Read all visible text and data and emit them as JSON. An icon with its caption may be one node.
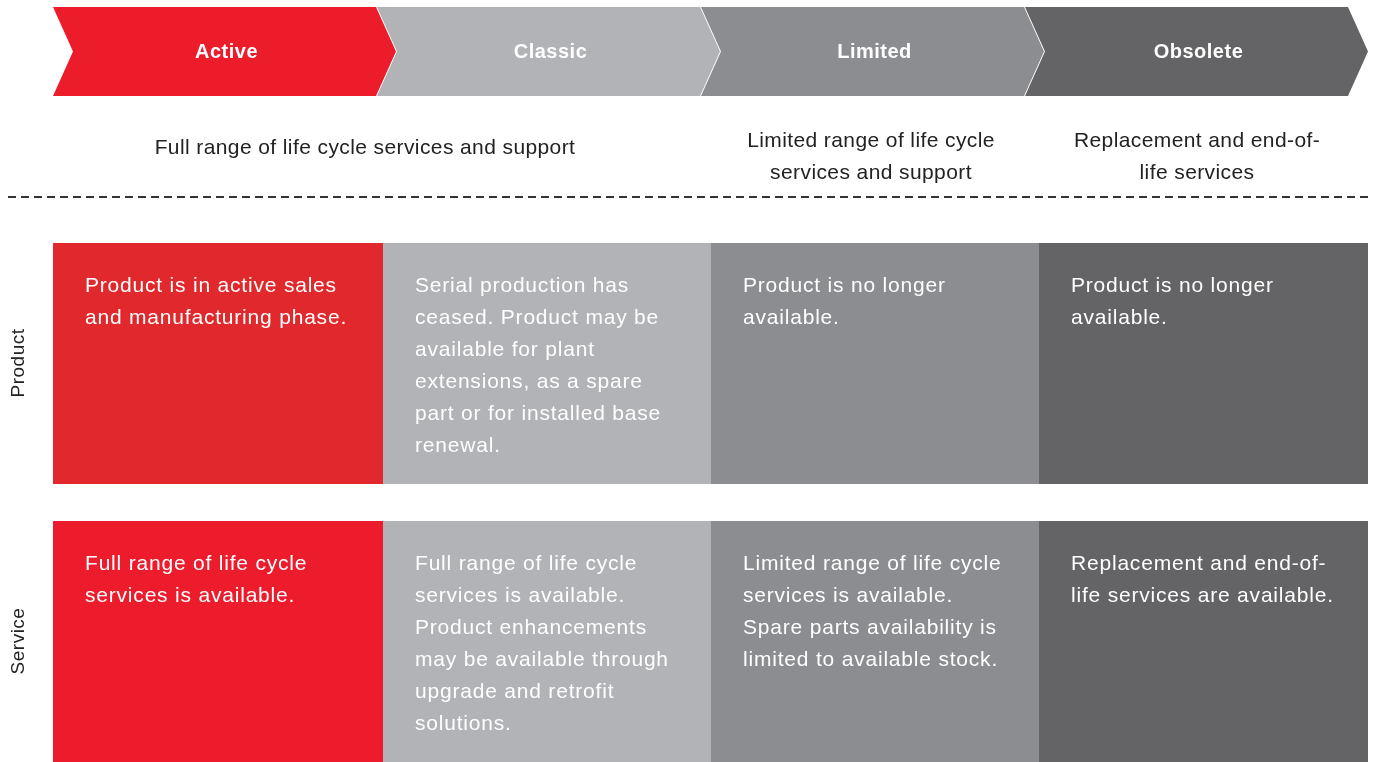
{
  "diagram": {
    "nodes": [
      {
        "text": [
          "Active"
        ]
      },
      {
        "text": [
          "Classic"
        ]
      },
      {
        "text": [
          "Limited"
        ]
      },
      {
        "text": [
          "Obsolete"
        ]
      },
      {
        "text": [
          "Product is in active sales and manufacturing phase."
        ]
      },
      {
        "text": [
          "Serial production has ceased. Product may be available for plant extensions, as a spare part or for installed base renewal."
        ]
      },
      {
        "text": [
          "Product is no longer available."
        ]
      },
      {
        "text": [
          "Product is no longer available."
        ]
      },
      {
        "text": [
          "Full range of life cycle services is available."
        ]
      },
      {
        "text": [
          "Full range of life cycle services is available. Product enhancements may be available through upgrade and retrofit solutions."
        ]
      },
      {
        "text": [
          "Limited range of life cycle services is available. Spare parts availability is limited to available stock."
        ]
      },
      {
        "text": [
          "Replacement and end-of-life services are available."
        ]
      }
    ],
    "edges": [],
    "labels": [
      "Full range of life cycle services and support",
      "Limited range of life cycle services and support",
      "Replacement and end-of-life services",
      "Product",
      "Service"
    ]
  }
}
